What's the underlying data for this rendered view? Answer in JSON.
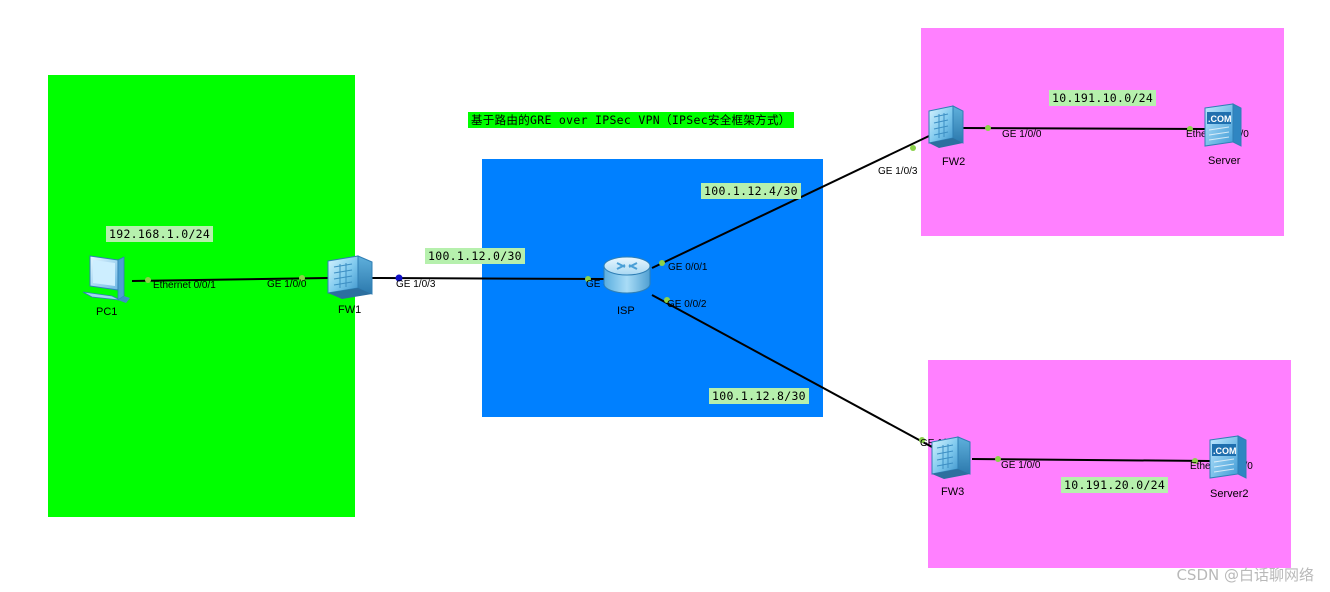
{
  "title": "基于路由的GRE over IPSec VPN（IPSec安全框架方式）",
  "colors": {
    "left_zone": "#00ff00",
    "center_zone": "#0080ff",
    "right_zone": "#ff80ff",
    "subnet_tag": "#b6f0ad",
    "title_tag": "#00ff00",
    "link": "#000000",
    "port_dot": "#8bd24a",
    "port_dot_active": "#1010c8"
  },
  "subnets": {
    "lan_pc": "192.168.1.0/24",
    "link_fw1_isp": "100.1.12.0/30",
    "link_isp_fw2": "100.1.12.4/30",
    "link_isp_fw3": "100.1.12.8/30",
    "lan_server": "10.191.10.0/24",
    "lan_server2": "10.191.20.0/24"
  },
  "devices": {
    "pc1": {
      "label": "PC1",
      "icon": "pc-icon"
    },
    "fw1": {
      "label": "FW1",
      "icon": "firewall-icon"
    },
    "isp": {
      "label": "ISP",
      "icon": "router-icon"
    },
    "fw2": {
      "label": "FW2",
      "icon": "firewall-icon"
    },
    "fw3": {
      "label": "FW3",
      "icon": "firewall-icon"
    },
    "server": {
      "label": "Server",
      "icon": "server-icon",
      "badge": ".COM"
    },
    "server2": {
      "label": "Server2",
      "icon": "server-icon",
      "badge": ".COM"
    }
  },
  "ports": {
    "pc1_eth": "Ethernet 0/0/1",
    "fw1_ge100": "GE 1/0/0",
    "fw1_ge103": "GE 1/0/3",
    "isp_ge000": "GE 0/0/0",
    "isp_ge001": "GE 0/0/1",
    "isp_ge002": "GE 0/0/2",
    "fw2_ge103": "GE 1/0/3",
    "fw2_ge100": "GE 1/0/0",
    "server_eth": "Ethernet 0/0/0",
    "fw3_ge103": "GE 1/0/3",
    "fw3_ge100": "GE 1/0/0",
    "server2_eth": "Ethernet 0/0/0"
  },
  "watermark": "CSDN @白话聊网络"
}
